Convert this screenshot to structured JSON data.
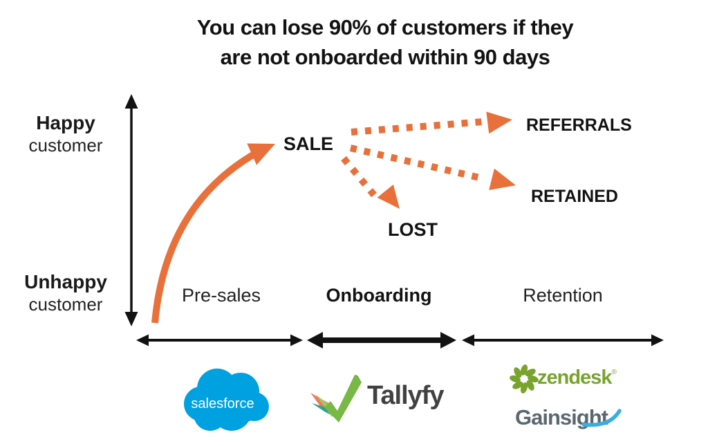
{
  "title": {
    "line1": "You can lose 90% of customers if they",
    "line2": "are not onboarded within 90 days"
  },
  "y_axis": {
    "top_label": "Happy",
    "top_sublabel": "customer",
    "bottom_label": "Unhappy",
    "bottom_sublabel": "customer"
  },
  "nodes": {
    "sale": "SALE",
    "lost": "LOST",
    "referrals": "REFERRALS",
    "retained": "RETAINED"
  },
  "phases": [
    {
      "label": "Pre-sales",
      "emphasis": false
    },
    {
      "label": "Onboarding",
      "emphasis": true
    },
    {
      "label": "Retention",
      "emphasis": false
    }
  ],
  "logos": {
    "salesforce": {
      "text": "salesforce",
      "color": "#00A1E0"
    },
    "tallyfy": {
      "text": "Tallyfy",
      "text_color": "#414142",
      "check_color": "#77B944"
    },
    "zendesk": {
      "text": "zendesk",
      "registered_mark": "®",
      "color": "#78A32D"
    },
    "gainsight": {
      "text": "Gainsight",
      "text_color": "#5B6770",
      "accent_color": "#39AEE0"
    }
  },
  "colors": {
    "accent_orange": "#E8703A",
    "axis_black": "#121212"
  }
}
